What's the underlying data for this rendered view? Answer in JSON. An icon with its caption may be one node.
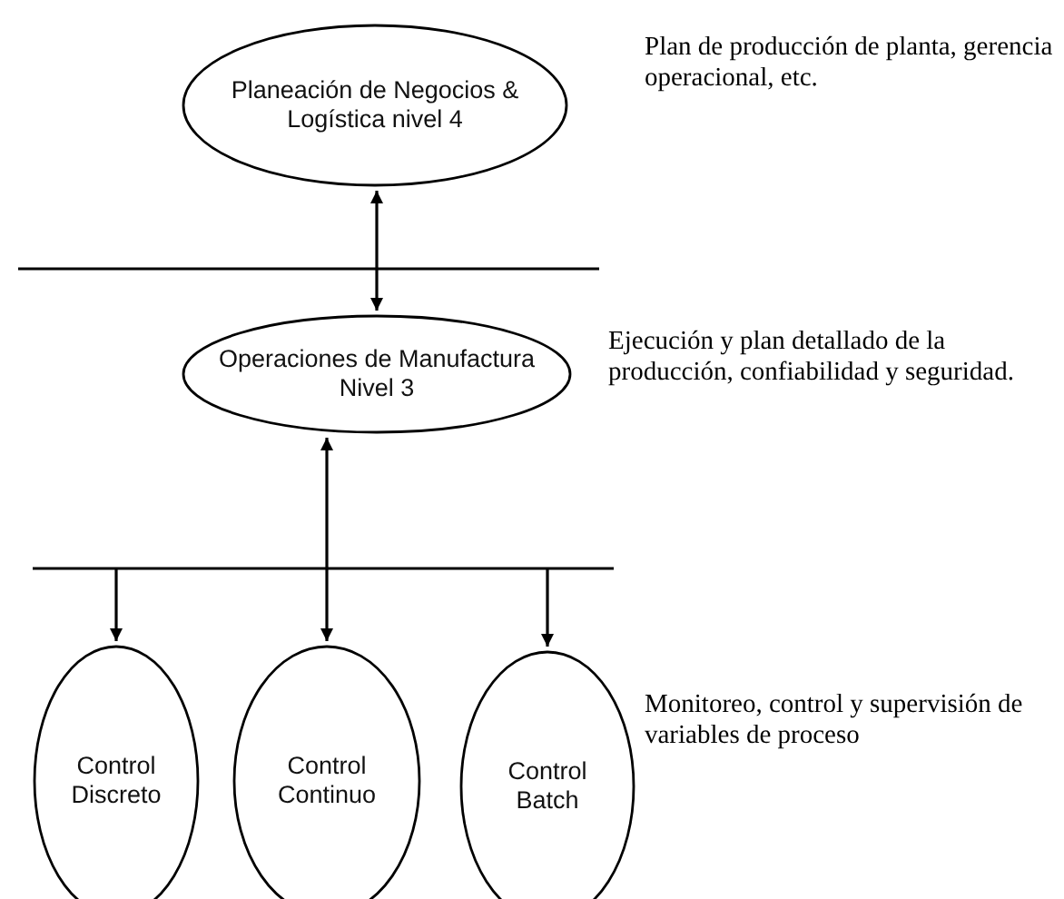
{
  "diagram": {
    "nodes": [
      {
        "text": [
          "Planeación de Negocios & Logística nivel 4"
        ],
        "beside": [
          "Plan de producción de planta, gerencia  operacional, etc."
        ]
      },
      {
        "text": [
          "Operaciones de Manufactura Nivel 3"
        ],
        "beside": [
          "Ejecución y plan detallado de la  producción, confiabilidad y seguridad."
        ]
      },
      {
        "text": [
          "Control Discreto"
        ]
      },
      {
        "text": [
          "Control Continuo"
        ]
      },
      {
        "text": [
          "Control Batch"
        ]
      }
    ],
    "edges": [
      {
        "from": 0,
        "to": 1,
        "arrow": "both"
      },
      {
        "from": 1,
        "to": 3,
        "arrow": "both"
      },
      {
        "from": null,
        "to": 2,
        "arrow": "to"
      },
      {
        "from": null,
        "to": 4,
        "arrow": "to"
      }
    ],
    "labels": [
      "Monitoreo, control y supervisión de variables de proceso"
    ]
  }
}
